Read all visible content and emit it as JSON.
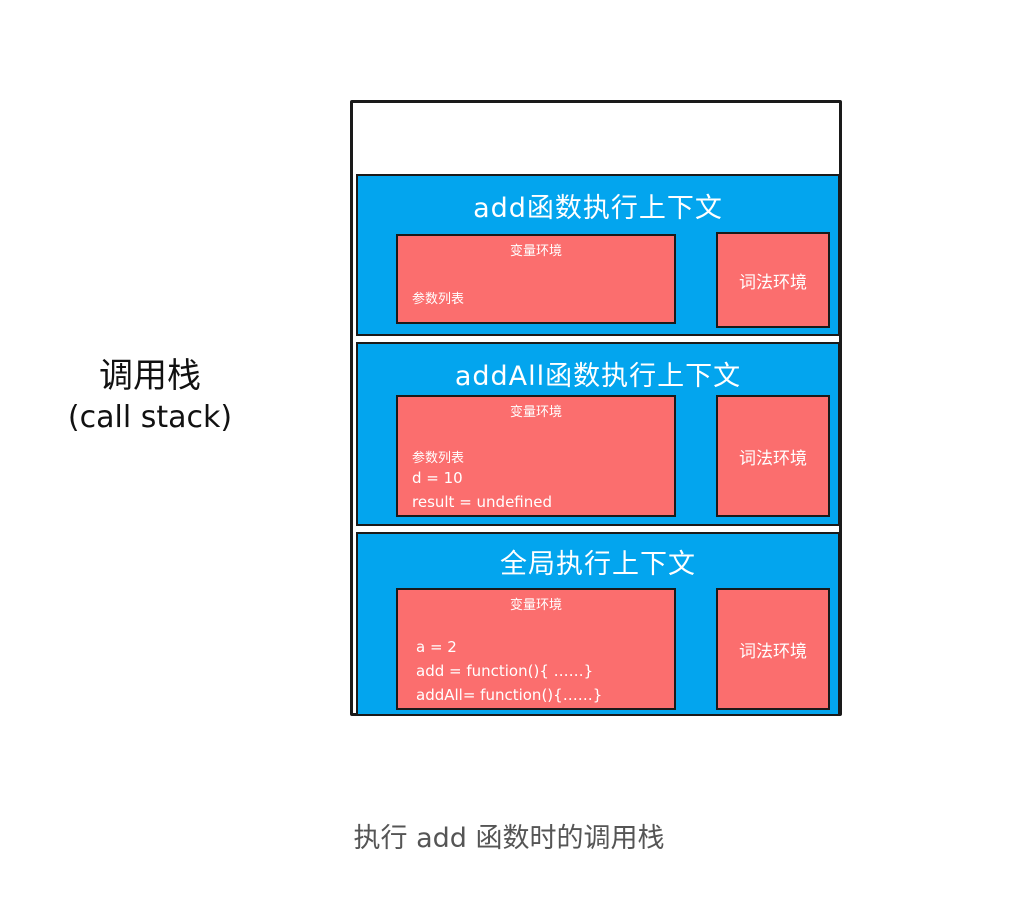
{
  "side_label": {
    "title": "调用栈",
    "subtitle": "(call stack)"
  },
  "contexts": [
    {
      "title": "add函数执行上下文",
      "variable_env": {
        "title": "变量环境",
        "lines": [
          "参数列表"
        ]
      },
      "lexical_env": "词法环境"
    },
    {
      "title": "addAll函数执行上下文",
      "variable_env": {
        "title": "变量环境",
        "lines": [
          "参数列表",
          "d = 10",
          "result = undefined"
        ]
      },
      "lexical_env": "词法环境"
    },
    {
      "title": "全局执行上下文",
      "variable_env": {
        "title": "变量环境",
        "lines": [
          "a = 2",
          "add = function(){ ……}",
          "addAll= function(){……}"
        ]
      },
      "lexical_env": "词法环境"
    }
  ],
  "caption": "执行 add 函数时的调用栈",
  "colors": {
    "context_bg": "#03a5ee",
    "env_bg": "#fb6e6e",
    "border": "#1a1a1a"
  }
}
